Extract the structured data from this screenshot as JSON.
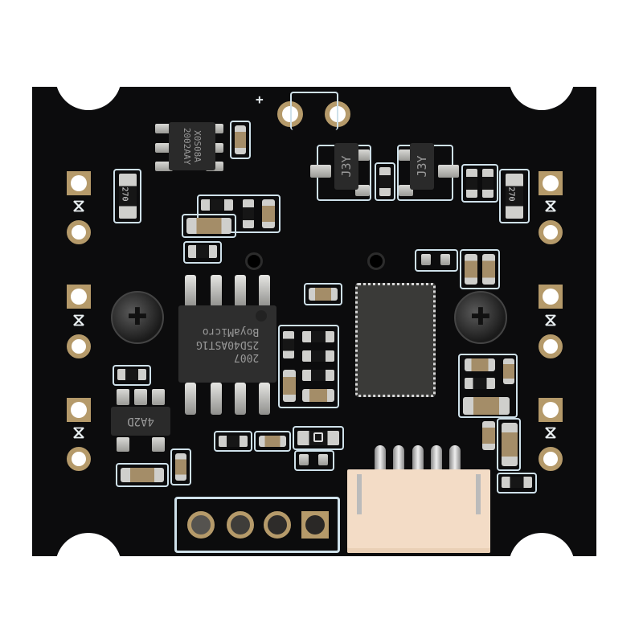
{
  "scene": {
    "subject": "Black PCB camera/USB module (top view)",
    "background_color": "#ffffff",
    "board_color": "#0c0c0d",
    "silkscreen_color": "#cfe1ea",
    "pad_gold_color": "#b59a6a",
    "connector_color": "#f3dcc6"
  },
  "chips": {
    "top_left_ic": {
      "line1": "X0S08A",
      "line2": "2002AAY"
    },
    "flash_ic": {
      "brand": "BoyaMicro",
      "part": "25D40AST1G",
      "date": "2007"
    },
    "transistor_left": {
      "marking": "J3Y"
    },
    "transistor_right": {
      "marking": "J3Y"
    },
    "regulator": {
      "marking": "4A2D"
    },
    "main_controller": {
      "marking": ""
    }
  },
  "resistors": {
    "left_270": "270",
    "right_270": "270"
  },
  "silkscreen": {
    "plus_mark": "+",
    "led_symbol": "⧖"
  },
  "connectors": {
    "header_4pin": {
      "pins": 4,
      "square_pin_index": 3
    },
    "jst_5pin": {
      "pins": 5
    }
  }
}
